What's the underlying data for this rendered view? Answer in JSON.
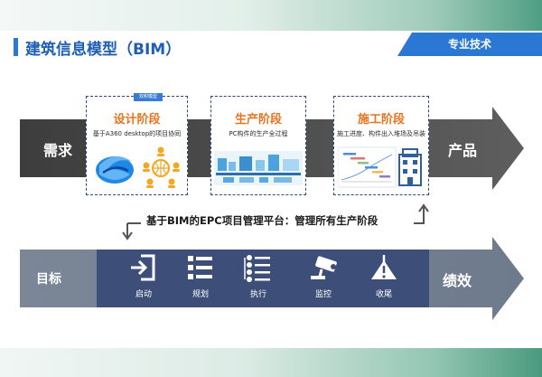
{
  "header": {
    "title": "建筑信息模型（BIM）",
    "tag": "专业技术"
  },
  "top_flow": {
    "start_label": "需求",
    "end_label": "产品",
    "badge": "双积模型",
    "stages": [
      {
        "title": "设计阶段",
        "desc": "基于A360 desktop的项目协同"
      },
      {
        "title": "生产阶段",
        "desc": "PC构件的生产全过程"
      },
      {
        "title": "施工阶段",
        "desc": "施工进度、构件出入堆场及吊装"
      }
    ]
  },
  "platform_caption": "基于BIM的EPC项目管理平台：管理所有生产阶段",
  "bottom_flow": {
    "start_label": "目标",
    "end_label": "绩效",
    "steps": [
      {
        "label": "启动",
        "icon": "enter-icon"
      },
      {
        "label": "规划",
        "icon": "plan-list-icon"
      },
      {
        "label": "执行",
        "icon": "checklist-icon"
      },
      {
        "label": "监控",
        "icon": "camera-icon"
      },
      {
        "label": "收尾",
        "icon": "warning-flag-icon"
      }
    ]
  },
  "colors": {
    "accent_blue": "#2a77d4",
    "stage_title": "#e8731f",
    "arrow_grey": "#4a4a4a",
    "arrow_slate": "#7d8a9c",
    "panel_navy": "#3d4f78"
  }
}
